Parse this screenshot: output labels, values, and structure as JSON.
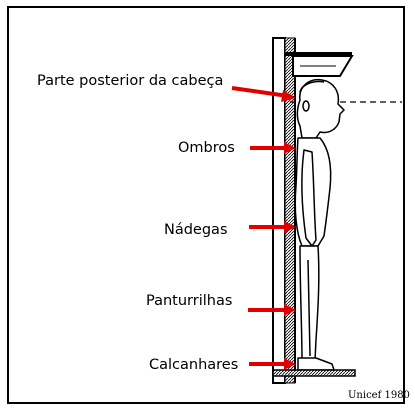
{
  "labels": [
    {
      "id": "head",
      "text": "Parte posterior da cabeça"
    },
    {
      "id": "shoulders",
      "text": "Ombros"
    },
    {
      "id": "buttocks",
      "text": "Nádegas"
    },
    {
      "id": "calves",
      "text": "Panturrilhas"
    },
    {
      "id": "heels",
      "text": "Calcanhares"
    }
  ],
  "credit": "Unicef 1980",
  "colors": {
    "arrow": "#e00000",
    "ink": "#000000"
  }
}
